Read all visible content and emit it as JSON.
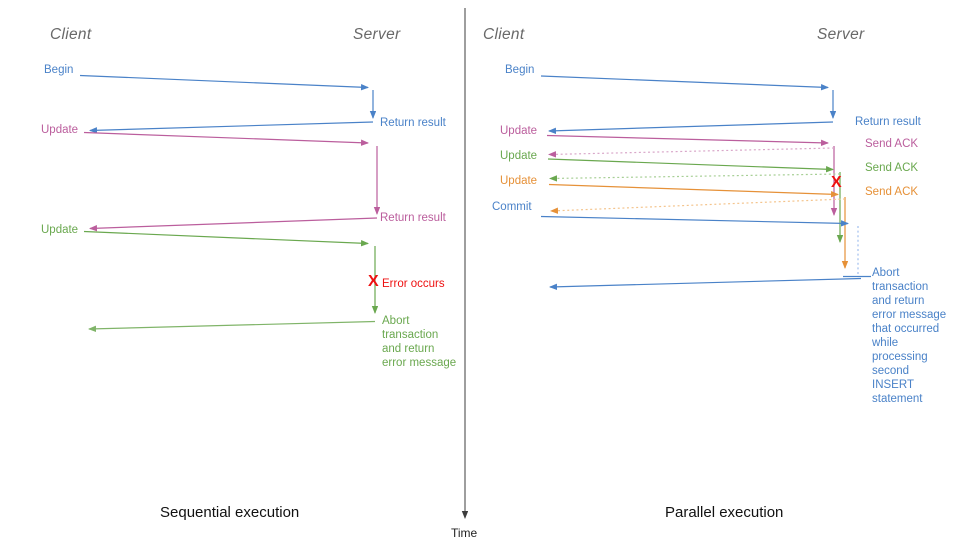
{
  "colors": {
    "blue": "#4a82c8",
    "pink": "#bb5e9d",
    "green": "#6aa84f",
    "orange": "#e69138",
    "red": "#ee1111",
    "dark": "#3c3c3c",
    "gray": "#696969",
    "blue_l": "#a0bfee",
    "pink_l": "#d9a7c9",
    "green_l": "#a7cf95",
    "orange_l": "#f4c48c"
  },
  "left": {
    "client": "Client",
    "server": "Server",
    "begin": "Begin",
    "update1": "Update",
    "update2": "Update",
    "return1": "Return result",
    "return2": "Return result",
    "x_mark": "X",
    "error": "Error occurs",
    "abort": "Abort\ntransaction\nand return\nerror message",
    "caption": "Sequential execution"
  },
  "right": {
    "client": "Client",
    "server": "Server",
    "begin": "Begin",
    "update1": "Update",
    "update2": "Update",
    "update3": "Update",
    "commit": "Commit",
    "return1": "Return result",
    "ack1": "Send ACK",
    "ack2": "Send ACK",
    "ack3": "Send ACK",
    "x_mark": "X",
    "abort": "Abort\ntransaction\nand return\nerror message\nthat occurred\nwhile\nprocessing\nsecond\nINSERT\nstatement",
    "caption": "Parallel execution"
  },
  "timeline": {
    "label": "Time"
  }
}
